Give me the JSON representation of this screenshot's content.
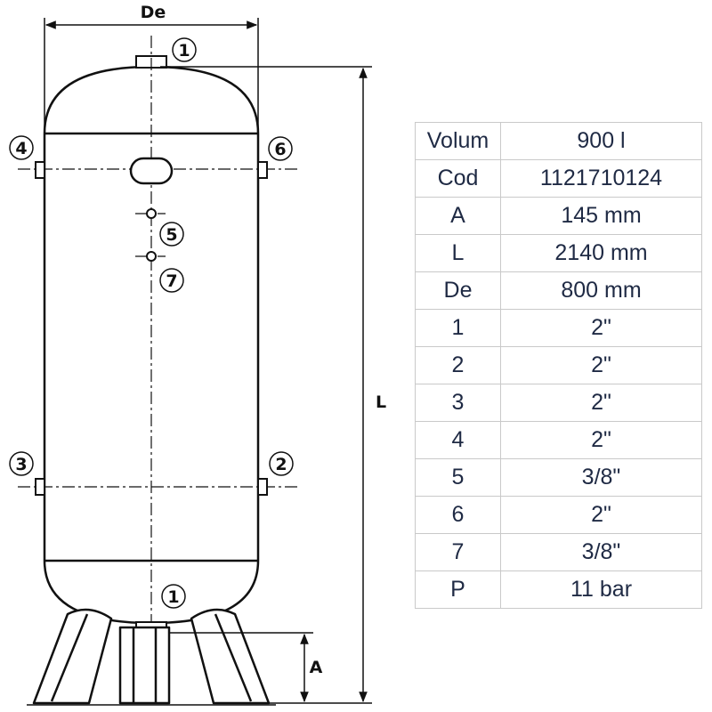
{
  "drawing": {
    "dimensions": {
      "diameter": "De",
      "length": "L",
      "leg_height": "A"
    },
    "callouts": [
      "1",
      "1",
      "2",
      "3",
      "4",
      "5",
      "6",
      "7"
    ]
  },
  "spec_table": {
    "rows": [
      {
        "key": "Volum",
        "value": "900 l"
      },
      {
        "key": "Cod",
        "value": "1121710124"
      },
      {
        "key": "A",
        "value": "145 mm"
      },
      {
        "key": "L",
        "value": "2140 mm"
      },
      {
        "key": "De",
        "value": "800 mm"
      },
      {
        "key": "1",
        "value": "2\""
      },
      {
        "key": "2",
        "value": "2\""
      },
      {
        "key": "3",
        "value": "2\""
      },
      {
        "key": "4",
        "value": "2\""
      },
      {
        "key": "5",
        "value": "3/8\""
      },
      {
        "key": "6",
        "value": "2\""
      },
      {
        "key": "7",
        "value": "3/8\""
      },
      {
        "key": "P",
        "value": "11 bar"
      }
    ]
  }
}
